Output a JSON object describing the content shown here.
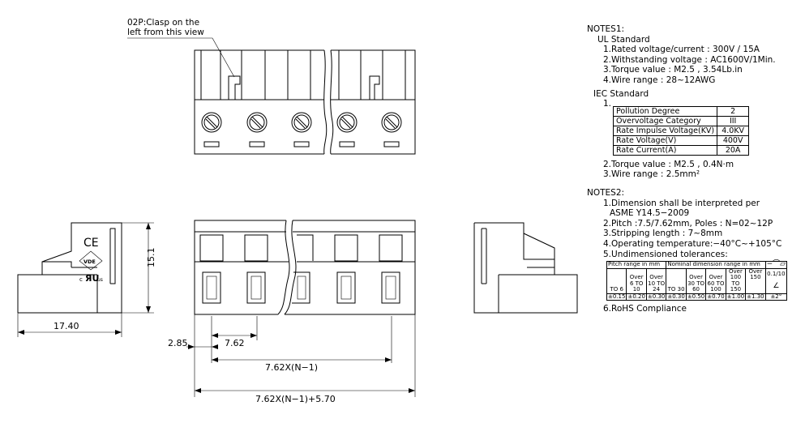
{
  "drawing": {
    "callout": {
      "line1": "02P:Clasp on the",
      "line2": "left from this view"
    },
    "dims": {
      "height": "15.1",
      "depth": "17.40",
      "edge": "2.85",
      "pitch": "7.62",
      "span": "7.62X(N−1)",
      "overall": "7.62X(N−1)+5.70"
    },
    "marks": {
      "ce": "CE",
      "vde": "VDE",
      "c": "c",
      "ur": "ЯU",
      "us": "us"
    }
  },
  "notes1": {
    "title": "NOTES1:",
    "ul": {
      "title": "UL Standard",
      "items": [
        "1.Rated voltage/current : 300V / 15A",
        "2.Withstanding voltage : AC1600V/1Min.",
        "3.Torque value : M2.5 , 3.54Lb.in",
        "4.Wire range : 28~12AWG"
      ]
    },
    "iec": {
      "title": "IEC Standard",
      "item_num": "1.",
      "rows": [
        {
          "label": "Pollution Degree",
          "value": "2"
        },
        {
          "label": "Overvoltage Category",
          "value": "III"
        },
        {
          "label": "Rate Impulse Voltage(KV)",
          "value": "4.0KV"
        },
        {
          "label": "Rate Voltage(V)",
          "value": "400V"
        },
        {
          "label": "Rate Current(A)",
          "value": "20A"
        }
      ],
      "items": [
        "2.Torque value : M2.5 , 0.4N·m",
        "3.Wire range : 2.5mm²"
      ]
    }
  },
  "notes2": {
    "title": "NOTES2:",
    "item1a": "1.Dimension shall be interpreted per",
    "item1b": "ASME Y14.5−2009",
    "items": [
      "2.Pitch :7.5/7.62mm, Poles : N=02~12P",
      "3.Stripping length : 7~8mm",
      "4.Operating temperature:−40°C~+105°C",
      "5.Undimensioned tolerances:"
    ],
    "item6": "6.RoHS Compliance",
    "tolerance": {
      "pitch_header": "Pitch range in mm",
      "nominal_header": "Nominal dimension range in mm",
      "symbols_header": "−⌒⏥",
      "pitch_ranges": [
        "TO 6",
        "Over 6 TO 10",
        "Over 10 TO 24"
      ],
      "nominal_ranges": [
        "TO 30",
        "Over 30 TO 60",
        "Over 60 TO 100",
        "Over 100 TO 150",
        "Over 150"
      ],
      "flat": "0.1/10",
      "angle_symbol": "∠",
      "values": [
        "±0.15",
        "±0.20",
        "±0.30",
        "±0.30",
        "±0.50",
        "±0.70",
        "±1.00",
        "±1.30"
      ],
      "angle_value": "±2°"
    }
  }
}
